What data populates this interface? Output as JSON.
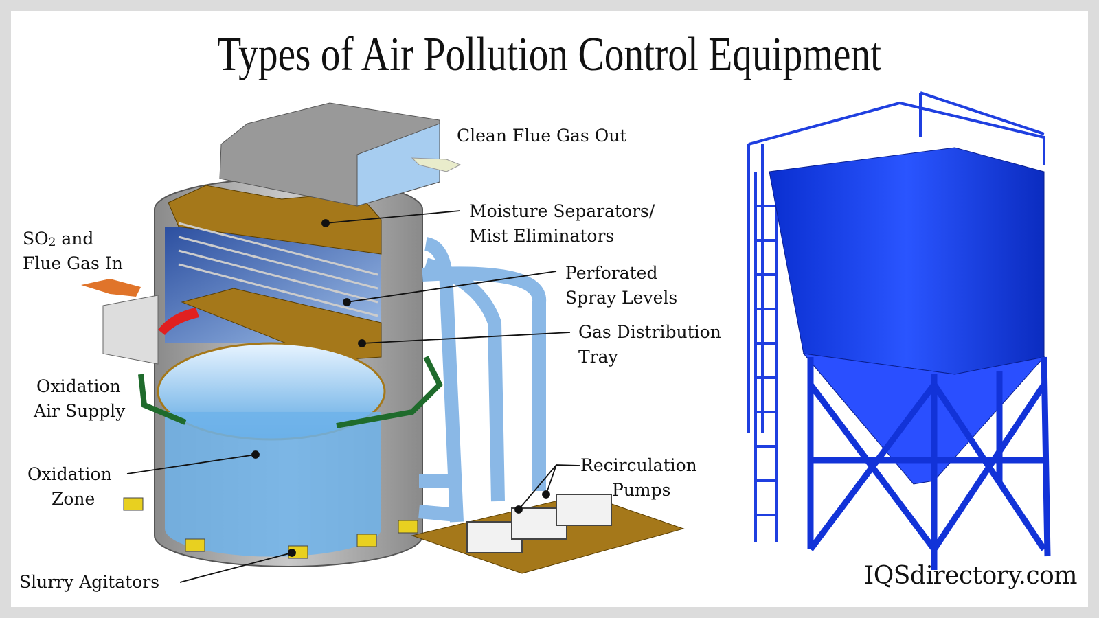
{
  "title": "Types of Air Pollution Control Equipment",
  "labels": {
    "clean_gas_out": "Clean Flue Gas Out",
    "moisture_1": "Moisture Separators/",
    "moisture_2": "Mist Eliminators",
    "spray_1": "Perforated",
    "spray_2": "Spray  Levels",
    "tray_1": "Gas Distribution",
    "tray_2": "Tray",
    "pumps_1": "Recirculation",
    "pumps_2": "Pumps",
    "so2_prefix": "SO",
    "so2_sub": "2",
    "so2_suffix": " and",
    "flue_in": "Flue Gas In",
    "oxair_1": "Oxidation",
    "oxair_2": "Air Supply",
    "oxzone_1": "Oxidation",
    "oxzone_2": "Zone",
    "agitators": "Slurry Agitators"
  },
  "watermark": "IQSdirectory.com",
  "colors": {
    "baghouse": "#1f3fe0",
    "pipes": "#8ab8e6",
    "inlet_arrow": "#e0742a",
    "trays": "#a5781a"
  }
}
